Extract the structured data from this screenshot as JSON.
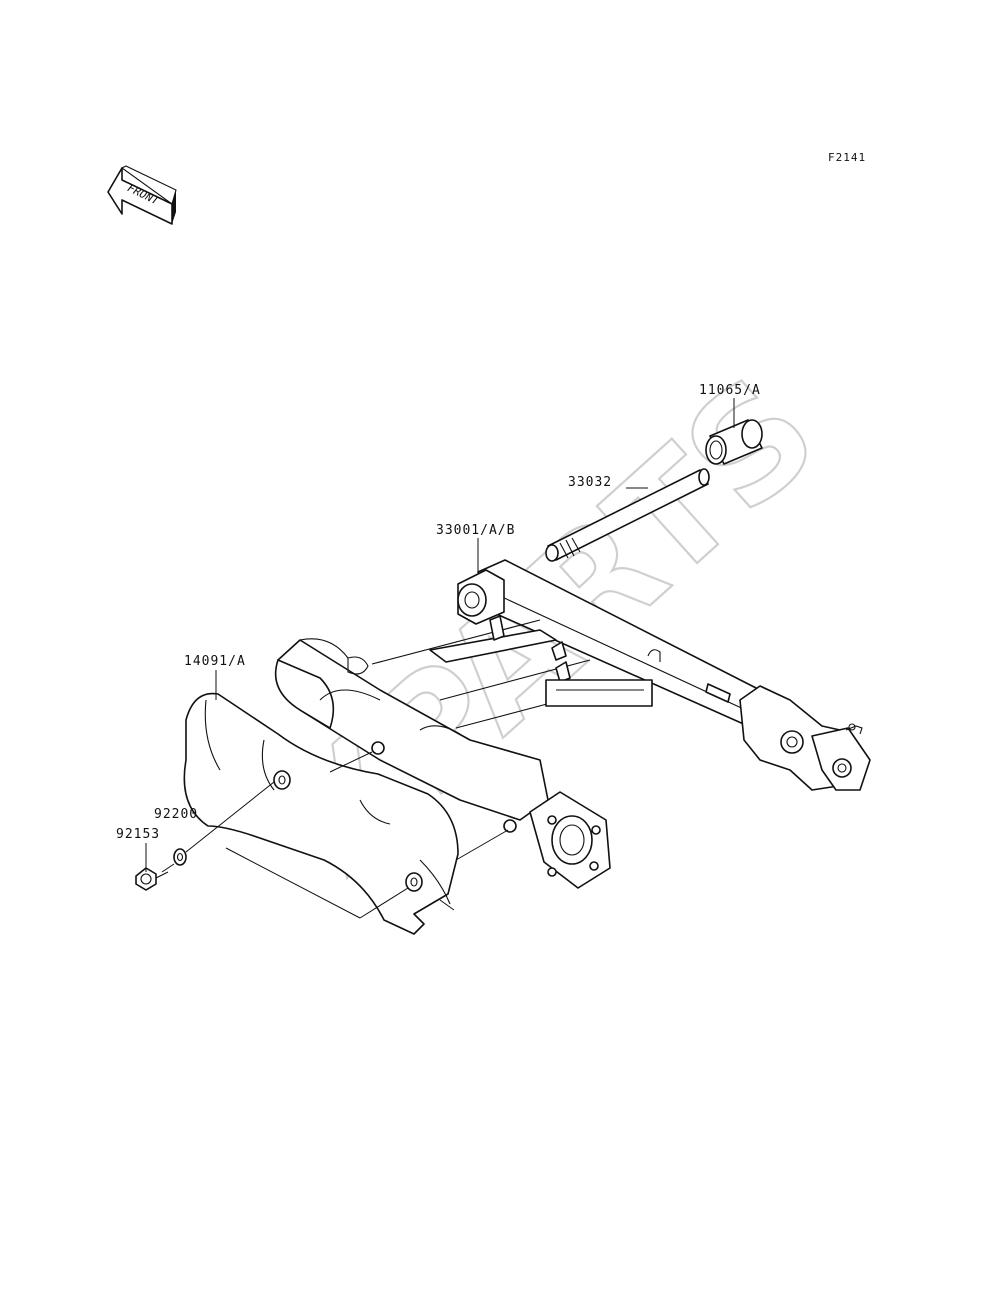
{
  "figure_code": "F2141",
  "front_indicator": {
    "text": "FRONT"
  },
  "watermark": {
    "text": "XPARTS"
  },
  "callouts": [
    {
      "id": "11065-A",
      "text": "11065/A"
    },
    {
      "id": "33032",
      "text": "33032"
    },
    {
      "id": "33001-A-B",
      "text": "33001/A/B"
    },
    {
      "id": "14091-A",
      "text": "14091/A"
    },
    {
      "id": "92200",
      "text": "92200"
    },
    {
      "id": "92153",
      "text": "92153"
    }
  ]
}
